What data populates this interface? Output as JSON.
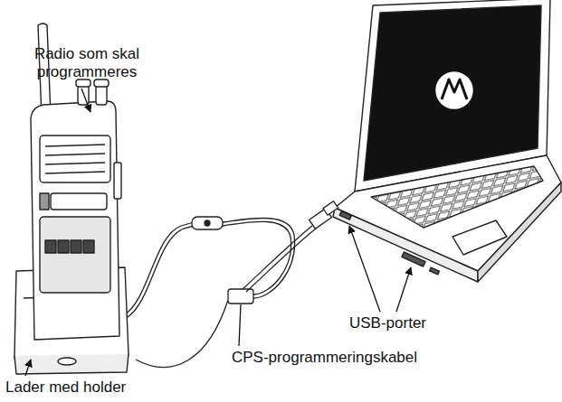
{
  "diagram": {
    "labels": [
      "Radio som skal programmeres",
      "USB-porter",
      "CPS-programmeringskabel",
      "Lader med holder"
    ]
  }
}
